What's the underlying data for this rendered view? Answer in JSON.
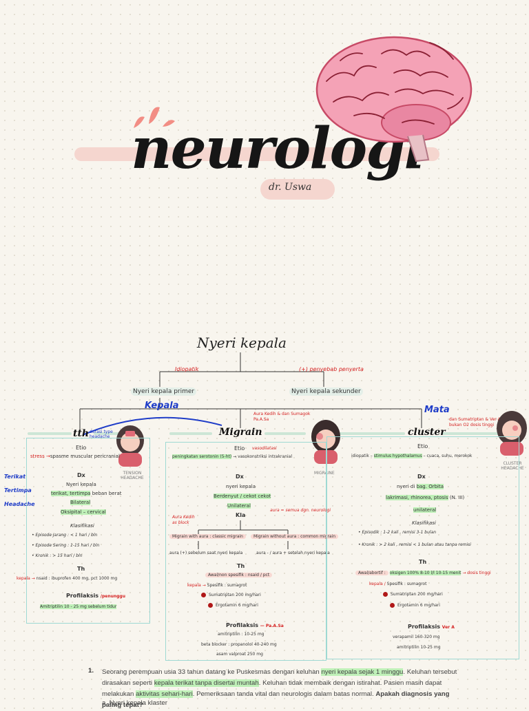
{
  "header": {
    "title": "neurologi",
    "author": "dr. Uswa"
  },
  "chart": {
    "root": "Nyeri kepala",
    "left_label": "Idiopatik",
    "right_label": "(+) penyebab penyerta",
    "primary": "Nyeri kepala primer",
    "secondary": "Nyeri kepala sekunder",
    "kepala": "Kepala",
    "mata": "Mata",
    "mata_note": "dan Sumatriptan & Ver A bukan O2 dosis tinggi",
    "durasi_note": "durasi type headache",
    "aura_note": "Aura Kedih & dan Sumagok Pa.A.Sa"
  },
  "tth": {
    "title": "tth",
    "face_label": "TENSION HEADACHE",
    "etio_h": "Etio",
    "etio": "spasme muscular pericranial",
    "etio_prefix": "stress →",
    "dx_h": "Dx",
    "dx1": "Nyeri kepala",
    "dx2_hl": "terikat, tertimpa",
    "dx2_rest": "beban berat",
    "dx3": "Bilateral",
    "dx4": "Oksipital – cervical",
    "side": [
      "Terikat",
      "Tertimpa",
      "Headache"
    ],
    "klas_h": "Klasifikasi",
    "klas": [
      "• Episode Jarang : < 1 hari / bln",
      "• Episode Sering : 1-15 hari / bln",
      "• Kronik : > 15 hari / bln"
    ],
    "th_h": "Th",
    "th_prefix": "kepala →",
    "th": "nsaid : ibuprofen 400 mg, pct 1000 mg",
    "pro_h": "Profilaksis",
    "pro_note": "/penunggu",
    "pro": "Amitriptilin 10 - 25 mg sebelum tidur"
  },
  "migrain": {
    "title": "Migrain",
    "face_label": "MIGRAINE",
    "etio_h": "Etio",
    "etio_hl": "peningkatan serotonin (5-ht)",
    "etio_mid": "→ vasokonstriksi intrakranial",
    "etio_note": "vasodilatasi",
    "dx_h": "Dx",
    "dx1": "nyeri kepala",
    "dx2": "Berdenyut / cekot cekot",
    "dx3": "Unilateral",
    "dx_note": "aura = semua dgn. neurologi",
    "kla_h": "Kla",
    "kla_note": "Aura Kedih as block",
    "kla_a": "Migrain with aura : classic migrain",
    "kla_b": "Migrain without aura : common migrain",
    "kla_a2": "aura (+) sebelum saat nyeri kepala",
    "kla_b2": "aura - / aura + setelah nyeri kepala",
    "th_h": "Th",
    "th1": "Awal/non spesifik : nsaid / pct",
    "th2": "Spesifik : sumagrot",
    "th2_prefix": "kepala →",
    "th3": "Sumatriptan 200 mg/hari",
    "th4": "Ergotamin 6 mg/hari",
    "pro_h": "Profilaksis",
    "pro_note": "— Pa.A.Sa",
    "pro": [
      "amitriptilin : 10-25 mg",
      "beta blocker : propanolol 40-240 mg",
      "asam valproat 250 mg"
    ]
  },
  "cluster": {
    "title": "cluster",
    "face_label": "CLUSTER HEADACHE",
    "etio_h": "Etio",
    "etio_a": "idiopatik",
    "etio_hl": "stimulus hypothalamus",
    "etio_c": "– cuaca, suhu, merokok",
    "dx_h": "Dx",
    "dx1_a": "nyeri di",
    "dx1_hl": "bag. Orbita",
    "dx2_hl": "lakrimasi, rhinorea, ptosis",
    "dx2_b": "(N. III)",
    "dx3": "unilateral",
    "klas_h": "Klasifikasi",
    "klas": [
      "• Episodik : 1-2 kali , remisi 3-1 bulan",
      "• Kronik : > 2 kali , remisi < 1 bulan atau tanpa remisi"
    ],
    "th_h": "Th",
    "th1_a": "Awal/abortif :",
    "th1_hl": "oksigen 100% 8-10 l/l 10-15 menit",
    "th1_note": "→ dosis tinggi",
    "th2": "Spesifik : sumagrot",
    "th2_prefix": "kepala /",
    "th3": "Sumatriptan 200 mg/hari",
    "th4": "Ergotamin 6 mg/hari",
    "pro_h": "Profilaksis",
    "pro_note": "Ver A",
    "pro": [
      "verapamil 160-320 mg",
      "amitriptilin 10-25 mg"
    ]
  },
  "question": {
    "number": "1.",
    "text_1": "Seorang perempuan usia 33 tahun datang ke Puskesmas dengan keluhan",
    "hl1": "nyeri kepala sejak 1 minggu",
    "text_2": ". Keluhan tersebut dirasakan seperti",
    "hl2": "kepala terikat tanpa disertai muntah",
    "text_3": ". Keluhan tidak membaik dengan istirahat. Pasien masih dapat melakukan",
    "hl3": "aktivitas sehari-hari",
    "text_4": ". Pemeriksaan tanda vital dan neurologis dalam batas normal.",
    "ask": "Apakah diagnosis yang paling tepat?",
    "option_a": "a.   Nyeri kepala klaster"
  }
}
